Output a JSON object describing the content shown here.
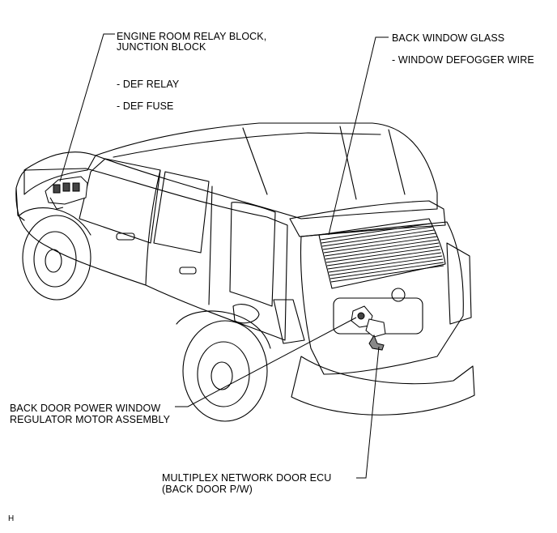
{
  "callouts": {
    "engine_room": {
      "title_line1": "ENGINE ROOM RELAY BLOCK,",
      "title_line2": "JUNCTION BLOCK",
      "item1": "- DEF RELAY",
      "item2": "- DEF FUSE"
    },
    "back_window": {
      "title": "BACK WINDOW GLASS",
      "item1": "- WINDOW DEFOGGER WIRE"
    },
    "regulator_motor": {
      "line1": "BACK DOOR POWER WINDOW",
      "line2": "REGULATOR MOTOR ASSEMBLY"
    },
    "door_ecu": {
      "line1": "MULTIPLEX NETWORK DOOR ECU",
      "line2": "(BACK DOOR P/W)"
    }
  },
  "corner_mark": "H",
  "colors": {
    "line": "#000000",
    "background": "#ffffff"
  }
}
